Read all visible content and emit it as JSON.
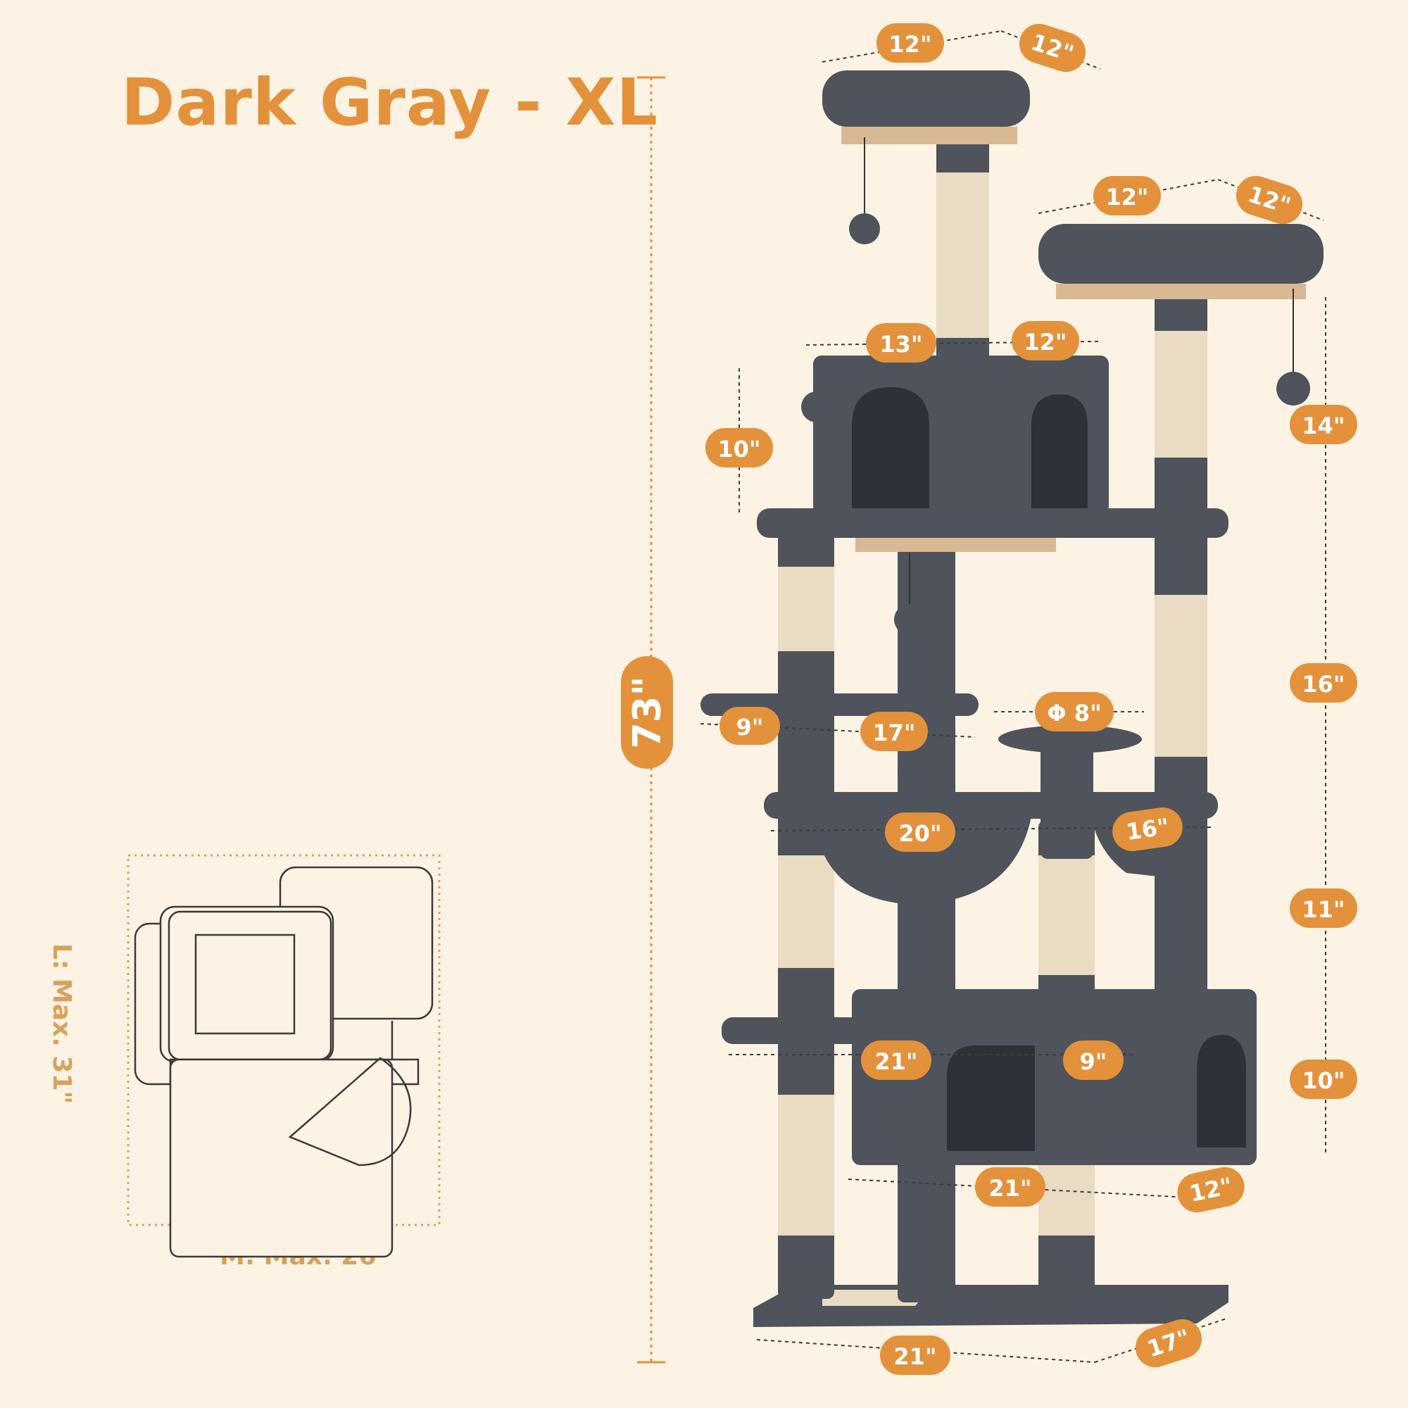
{
  "title": "Dark Gray - XL",
  "colors": {
    "background": "#fdf3e4",
    "accent": "#e3913b",
    "plush": "#4e535c",
    "sisal": "#e9dcc3",
    "footprint_line": "#3a3a3a"
  },
  "overall_height": "73\"",
  "footprint": {
    "length_label": "L: Max. 31\"",
    "width_label": "M: Max. 26\""
  },
  "dimension_labels": [
    "12\"",
    "12\"",
    "12\"",
    "12\"",
    "13\"",
    "12\"",
    "14\"",
    "10\"",
    "16\"",
    "9\"",
    "17\"",
    "Φ 8\"",
    "20\"",
    "16\"",
    "11\"",
    "21\"",
    "9\"",
    "10\"",
    "21\"",
    "12\"",
    "21\"",
    "17\""
  ]
}
